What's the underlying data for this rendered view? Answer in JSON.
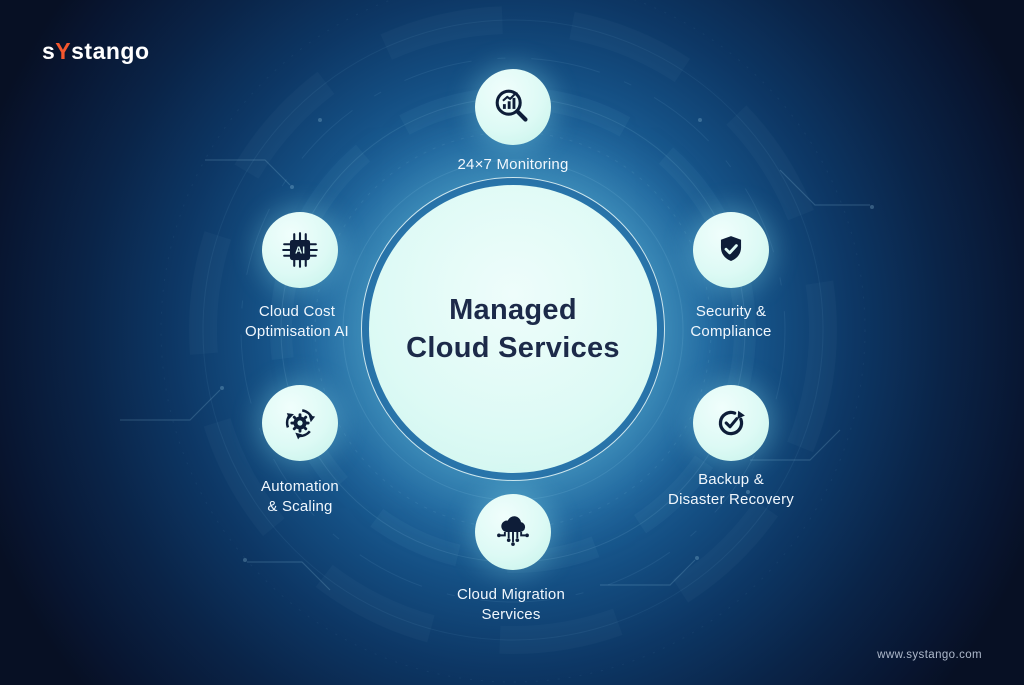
{
  "brand": {
    "prefix": "s",
    "accent": "Y",
    "suffix": "stango",
    "accent_color": "#F4572E"
  },
  "center": {
    "line1": "Managed",
    "line2": "Cloud Services"
  },
  "nodes": {
    "monitoring": {
      "label": "24×7 Monitoring",
      "icon": "magnifier-chart-icon"
    },
    "cost_ai": {
      "line1": "Cloud Cost",
      "line2": "Optimisation AI",
      "icon": "ai-chip-icon"
    },
    "security": {
      "line1": "Security &",
      "line2": "Compliance",
      "icon": "shield-check-icon"
    },
    "automation": {
      "line1": "Automation",
      "line2": "& Scaling",
      "icon": "gear-sync-icon"
    },
    "backup": {
      "line1": "Backup &",
      "line2": "Disaster Recovery",
      "icon": "restore-check-icon"
    },
    "migration": {
      "line1": "Cloud Migration",
      "line2": "Services",
      "icon": "cloud-network-icon"
    }
  },
  "footer": {
    "website": "www.systango.com"
  },
  "colors": {
    "background_dark": "#071024",
    "background_glow": "#4A9DCD",
    "circle_fill": "#DDFAF5",
    "icon_ink": "#0E1D38",
    "label_text": "#F1F7FD",
    "logo_accent": "#F4572E"
  }
}
